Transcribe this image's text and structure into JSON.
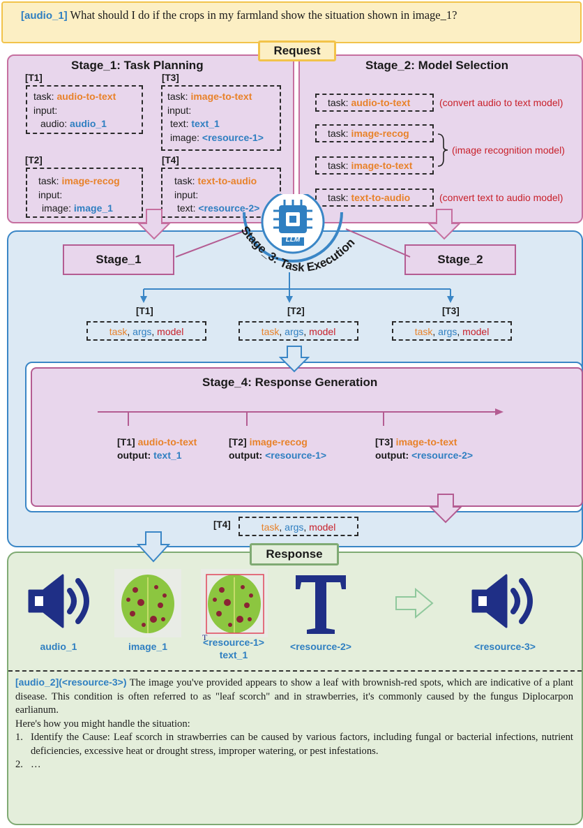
{
  "query": {
    "tag": "[audio_1]",
    "text": " What should I do if the crops in my farmland show the situation shown in image_1?"
  },
  "labels": {
    "request": "Request",
    "response": "Response"
  },
  "stage1": {
    "title": "Stage_1: Task Planning",
    "tasks": [
      {
        "id": "[T1]",
        "task_kw": "task:",
        "task": "audio-to-text",
        "input_kw": "input:",
        "args": [
          {
            "key": "audio:",
            "value": "audio_1"
          }
        ]
      },
      {
        "id": "[T2]",
        "task_kw": "task:",
        "task": "image-recog",
        "input_kw": "input:",
        "args": [
          {
            "key": "image:",
            "value": "image_1"
          }
        ]
      },
      {
        "id": "[T3]",
        "task_kw": "task:",
        "task": "image-to-text",
        "input_kw": "input:",
        "args": [
          {
            "key": "text:",
            "value": "text_1"
          },
          {
            "key": "image:",
            "value": "<resource-1>"
          }
        ]
      },
      {
        "id": "[T4]",
        "task_kw": "task:",
        "task": "text-to-audio",
        "input_kw": "input:",
        "args": [
          {
            "key": "text:",
            "value": "<resource-2>"
          }
        ]
      }
    ]
  },
  "stage2": {
    "title": "Stage_2: Model Selection",
    "items": [
      {
        "task_kw": "task:",
        "task": "audio-to-text",
        "note": "(convert audio to text model)"
      },
      {
        "task_kw": "task:",
        "task": "image-recog",
        "note": "(image recognition model)"
      },
      {
        "task_kw": "task:",
        "task": "image-to-text",
        "note": ""
      },
      {
        "task_kw": "task:",
        "task": "text-to-audio",
        "note": "(convert text to audio model)"
      }
    ]
  },
  "stage3": {
    "title": "Stage_3: Task Execution",
    "llm": "LLM",
    "left_box": "Stage_1",
    "right_box": "Stage_2",
    "tasks": [
      {
        "id": "[T1]",
        "task": "task",
        "sep1": ", ",
        "args": "args",
        "sep2": ", ",
        "model": "model"
      },
      {
        "id": "[T2]",
        "task": "task",
        "sep1": ", ",
        "args": "args",
        "sep2": ", ",
        "model": "model"
      },
      {
        "id": "[T3]",
        "task": "task",
        "sep1": ", ",
        "args": "args",
        "sep2": ", ",
        "model": "model"
      }
    ],
    "t4": {
      "id": "[T4]",
      "task": "task",
      "sep1": ", ",
      "args": "args",
      "sep2": ", ",
      "model": "model"
    }
  },
  "stage4": {
    "title": "Stage_4: Response Generation",
    "outputs": [
      {
        "id": "[T1]",
        "task": "audio-to-text",
        "out_kw": "output:",
        "out": "text_1"
      },
      {
        "id": "[T2]",
        "task": "image-recog",
        "out_kw": "output:",
        "out": "<resource-1>"
      },
      {
        "id": "[T3]",
        "task": "image-to-text",
        "out_kw": "output:",
        "out": "<resource-2>"
      }
    ]
  },
  "response": {
    "media": [
      {
        "label": "audio_1",
        "icon": "speaker-icon"
      },
      {
        "label": "image_1",
        "icon": "leaf-image"
      },
      {
        "label": "<resource-1>",
        "label2": "text_1",
        "icon": "leaf-detection-image"
      },
      {
        "label": "<resource-2>",
        "icon": "text-t-icon"
      },
      {
        "label": "<resource-3>",
        "icon": "speaker-icon"
      }
    ],
    "detect_mark": "T",
    "answer": {
      "tag": "[audio_2](<resource-3>)",
      "intro": " The image you've provided appears to show a leaf with brownish-red spots, which are indicative of a plant disease. This condition is often referred to as \"leaf scorch\" and in strawberries, it's commonly caused by the fungus Diplocarpon earlianum.",
      "lead": "Here's how you might handle the situation:",
      "items": [
        {
          "num": "1.",
          "text": "Identify the Cause: Leaf scorch in strawberries can be caused by various factors, including fungal or bacterial infections, nutrient deficiencies, excessive heat or drought stress, improper watering, or pest infestations."
        },
        {
          "num": "2.",
          "text": "…"
        }
      ]
    }
  },
  "colors": {
    "task": "#e8822a",
    "value": "#2f7fc1",
    "note": "#c8202a",
    "request_fill": "#fcefc4",
    "purple_fill": "#e8d6ec",
    "blue_fill": "#dce9f4",
    "green_fill": "#e4eedb",
    "icon_navy": "#1f2f86"
  }
}
